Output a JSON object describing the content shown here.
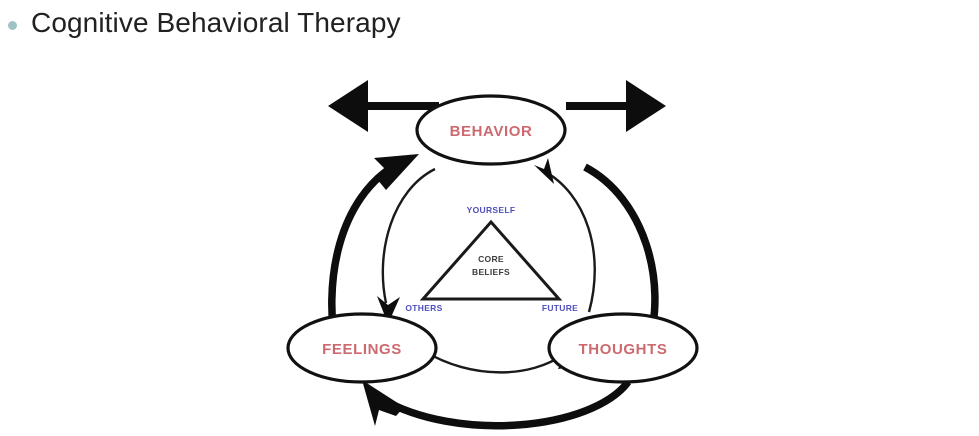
{
  "slide": {
    "bullet_icon": "bullet-dot-icon",
    "title": "Cognitive Behavioral Therapy",
    "background_color": "#ffffff",
    "title_color": "#212121",
    "bullet_color": "#9fc3c4"
  },
  "diagram": {
    "name": "cbt-cycle-diagram",
    "type": "cycle-diagram",
    "node_text_color": "#cd6a70",
    "corner_text_color": "#4f4fbe",
    "core_text_color": "#3c3c3c",
    "stroke_color": "#0d0d0d",
    "nodes": [
      {
        "id": "behavior",
        "label": "BEHAVIOR",
        "position": "top"
      },
      {
        "id": "feelings",
        "label": "FEELINGS",
        "position": "bottom-left"
      },
      {
        "id": "thoughts",
        "label": "THOUGHTS",
        "position": "bottom-right"
      }
    ],
    "triangle": {
      "label_line1": "CORE",
      "label_line2": "BELIEFS",
      "corners": [
        {
          "id": "yourself",
          "label": "YOURSELF",
          "position": "apex"
        },
        {
          "id": "others",
          "label": "OTHERS",
          "position": "bottom-left"
        },
        {
          "id": "future",
          "label": "FUTURE",
          "position": "bottom-right"
        }
      ]
    },
    "outer_arrows": [
      {
        "id": "feelings-to-behavior",
        "from": "FEELINGS",
        "to": "BEHAVIOR",
        "style": "thick-arc"
      },
      {
        "id": "behavior-to-thoughts",
        "from": "BEHAVIOR",
        "to": "THOUGHTS",
        "style": "thick-arc"
      },
      {
        "id": "thoughts-to-feelings",
        "from": "THOUGHTS",
        "to": "FEELINGS",
        "style": "thick-arc"
      }
    ],
    "inner_arrows": [
      {
        "id": "behavior-to-feelings",
        "from": "BEHAVIOR",
        "to": "FEELINGS",
        "style": "thin-arc"
      },
      {
        "id": "feelings-to-thoughts",
        "from": "FEELINGS",
        "to": "THOUGHTS",
        "style": "thin-arc"
      },
      {
        "id": "thoughts-to-behavior",
        "from": "THOUGHTS",
        "to": "BEHAVIOR",
        "style": "thin-arc"
      }
    ],
    "external_arrows": [
      {
        "id": "external-left",
        "direction": "left",
        "style": "straight"
      },
      {
        "id": "external-right",
        "direction": "right",
        "style": "straight"
      }
    ]
  }
}
